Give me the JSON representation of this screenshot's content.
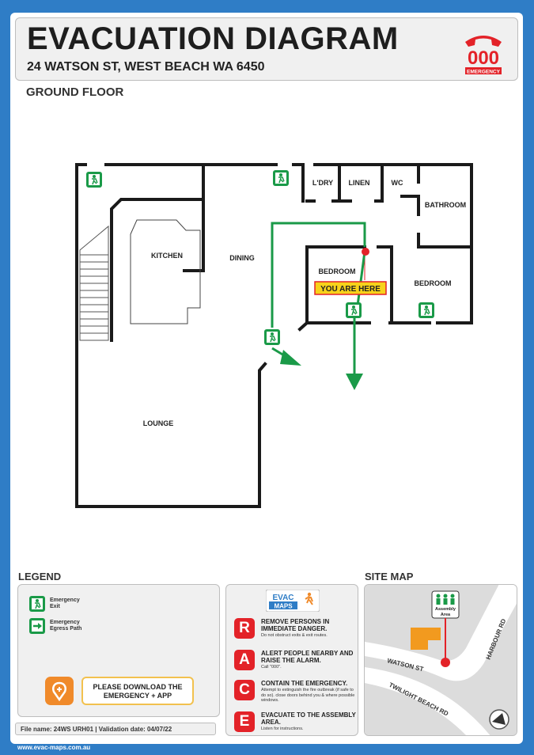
{
  "header": {
    "title": "EVACUATION DIAGRAM",
    "address": "24 WATSON ST, WEST BEACH WA 6450",
    "emergency_number": "000",
    "emergency_label": "EMERGENCY"
  },
  "floor": {
    "name": "GROUND FLOOR"
  },
  "rooms": {
    "laundry": "L'DRY",
    "linen": "LINEN",
    "wc": "WC",
    "bathroom": "BATHROOM",
    "kitchen": "KITCHEN",
    "dining": "DINING",
    "bedroom1": "BEDROOM",
    "bedroom2": "BEDROOM",
    "lounge": "LOUNGE"
  },
  "you_are_here": "YOU ARE HERE",
  "legend": {
    "title": "LEGEND",
    "exit_label": "Emergency Exit",
    "egress_label": "Emergency Egress Path",
    "download_line1": "PLEASE DOWNLOAD THE",
    "download_line2": "EMERGENCY + APP"
  },
  "race": {
    "logo_line1": "EVAC",
    "logo_line2": "MAPS",
    "items": [
      {
        "letter": "R",
        "head": "REMOVE PERSONS IN IMMEDIATE DANGER.",
        "sub": "Do not obstruct exits & exit routes."
      },
      {
        "letter": "A",
        "head": "ALERT PEOPLE NEARBY AND RAISE THE ALARM.",
        "sub": "Call \"000\"."
      },
      {
        "letter": "C",
        "head": "CONTAIN THE EMERGENCY.",
        "sub": "Attempt to extinguish the fire outbreak (if safe to do so). close doors behind you & where possible windows."
      },
      {
        "letter": "E",
        "head": "EVACUATE TO THE ASSEMBLY AREA.",
        "sub": "Listen for instructions."
      }
    ]
  },
  "site_map": {
    "title": "SITE MAP",
    "assembly_label_1": "Assembly",
    "assembly_label_2": "Area",
    "roads": {
      "harbour": "HARBOUR RD",
      "watson": "WATSON ST",
      "twilight": "TWILIGHT BEACH RD"
    }
  },
  "footer": {
    "file_info": "File name: 24WS URH01  |  Validation date: 04/07/22",
    "url": "www.evac-maps.com.au"
  },
  "colors": {
    "frame": "#2f7dc6",
    "exit_green": "#1a9a48",
    "alarm_red": "#e32228",
    "yah_yellow": "#f7d21a",
    "assembly_orange": "#f29a1f"
  }
}
